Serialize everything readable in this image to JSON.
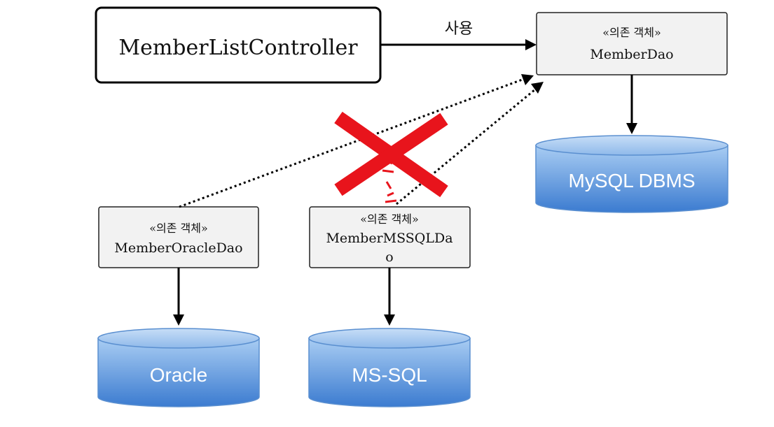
{
  "controller": {
    "label": "MemberListController"
  },
  "uses_label": "사용",
  "daos": {
    "mysql": {
      "stereotype": "«의존 객체»",
      "name": "MemberDao"
    },
    "oracle": {
      "stereotype": "«의존 객체»",
      "name": "MemberOracleDao"
    },
    "mssql": {
      "stereotype": "«의존 객체»",
      "name_line1": "MemberMSSQLDa",
      "name_line2": "o"
    }
  },
  "databases": {
    "mysql": "MySQL DBMS",
    "oracle": "Oracle",
    "mssql": "MS-SQL"
  },
  "colors": {
    "db_fill_top": "#9ec5ef",
    "db_fill_bottom": "#3f7fcf",
    "db_stroke": "#5a8fd0",
    "dao_fill": "#f2f2f2",
    "cross": "#e8141c",
    "line": "#000000"
  }
}
